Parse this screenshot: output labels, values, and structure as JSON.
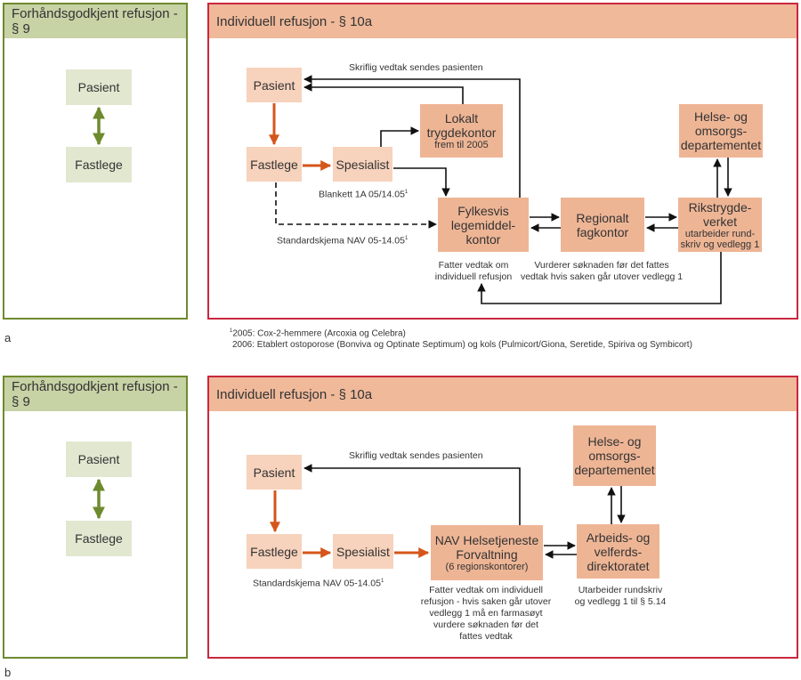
{
  "colors": {
    "left_border": "#6e8a2e",
    "right_border": "#c9283d",
    "arrow_orange": "#d4561c",
    "arrow_green": "#6e8a2e"
  },
  "a": {
    "tag": "a",
    "left_title": "Forhåndsgodkjent refusjon - § 9",
    "left_pasient": "Pasient",
    "left_fastlege": "Fastlege",
    "right_title": "Individuell refusjon - § 10a",
    "pasient": "Pasient",
    "fastlege": "Fastlege",
    "spesialist": "Spesialist",
    "lokalt_line1": "Lokalt",
    "lokalt_line2": "trygdekontor",
    "lokalt_sub": "frem til 2005",
    "fylkesvis_line1": "Fylkesvis",
    "fylkesvis_line2": "legemiddel-",
    "fylkesvis_line3": "kontor",
    "regionalt_line1": "Regionalt",
    "regionalt_line2": "fagkontor",
    "rikstrygde_line1": "Rikstrygde-",
    "rikstrygde_line2": "verket",
    "rikstrygde_sub1": "utarbeider rund-",
    "rikstrygde_sub2": "skriv og vedlegg 1",
    "helse_line1": "Helse- og",
    "helse_line2": "omsorgs-",
    "helse_line3": "departementet",
    "skriflig": "Skriflig vedtak sendes pasienten",
    "blankett": "Blankett 1A 05/14.05",
    "blankett_sup": "1",
    "standardskjema": "Standardskjema NAV 05-14.05",
    "standardskjema_sup": "1",
    "fatter_1": "Fatter vedtak om",
    "fatter_2": "individuell refusjon",
    "vurderer_1": "Vurderer søknaden før det fattes",
    "vurderer_2": "vedtak hvis saken går utover vedlegg 1",
    "footnote_sup": "1",
    "footnote_1": "2005: Cox-2-hemmere (Arcoxia og Celebra)",
    "footnote_2": "2006: Etablert ostoporose (Bonviva og Optinate Septimum) og kols (Pulmicort/Giona, Seretide, Spiriva og Symbicort)"
  },
  "b": {
    "tag": "b",
    "left_title": "Forhåndsgodkjent refusjon - § 9",
    "left_pasient": "Pasient",
    "left_fastlege": "Fastlege",
    "right_title": "Individuell refusjon - § 10a",
    "pasient": "Pasient",
    "fastlege": "Fastlege",
    "spesialist": "Spesialist",
    "nav_line1": "NAV Helsetjeneste",
    "nav_line2": "Forvaltning",
    "nav_sub": "(6 regionskontorer)",
    "arbeids_line1": "Arbeids- og",
    "arbeids_line2": "velferds-",
    "arbeids_line3": "direktoratet",
    "helse_line1": "Helse- og",
    "helse_line2": "omsorgs-",
    "helse_line3": "departementet",
    "skriflig": "Skriflig vedtak sendes pasienten",
    "standardskjema": "Standardskjema NAV 05-14.05",
    "standardskjema_sup": "1",
    "fatter_1": "Fatter vedtak om individuell",
    "fatter_2": "refusjon - hvis saken går utover",
    "fatter_3": "vedlegg 1 må en farmasøyt",
    "fatter_4": "vurdere søknaden før det",
    "fatter_5": "fattes vedtak",
    "utarbeider_1": "Utarbeider rundskriv",
    "utarbeider_2": "og vedlegg 1 til § 5.14"
  }
}
